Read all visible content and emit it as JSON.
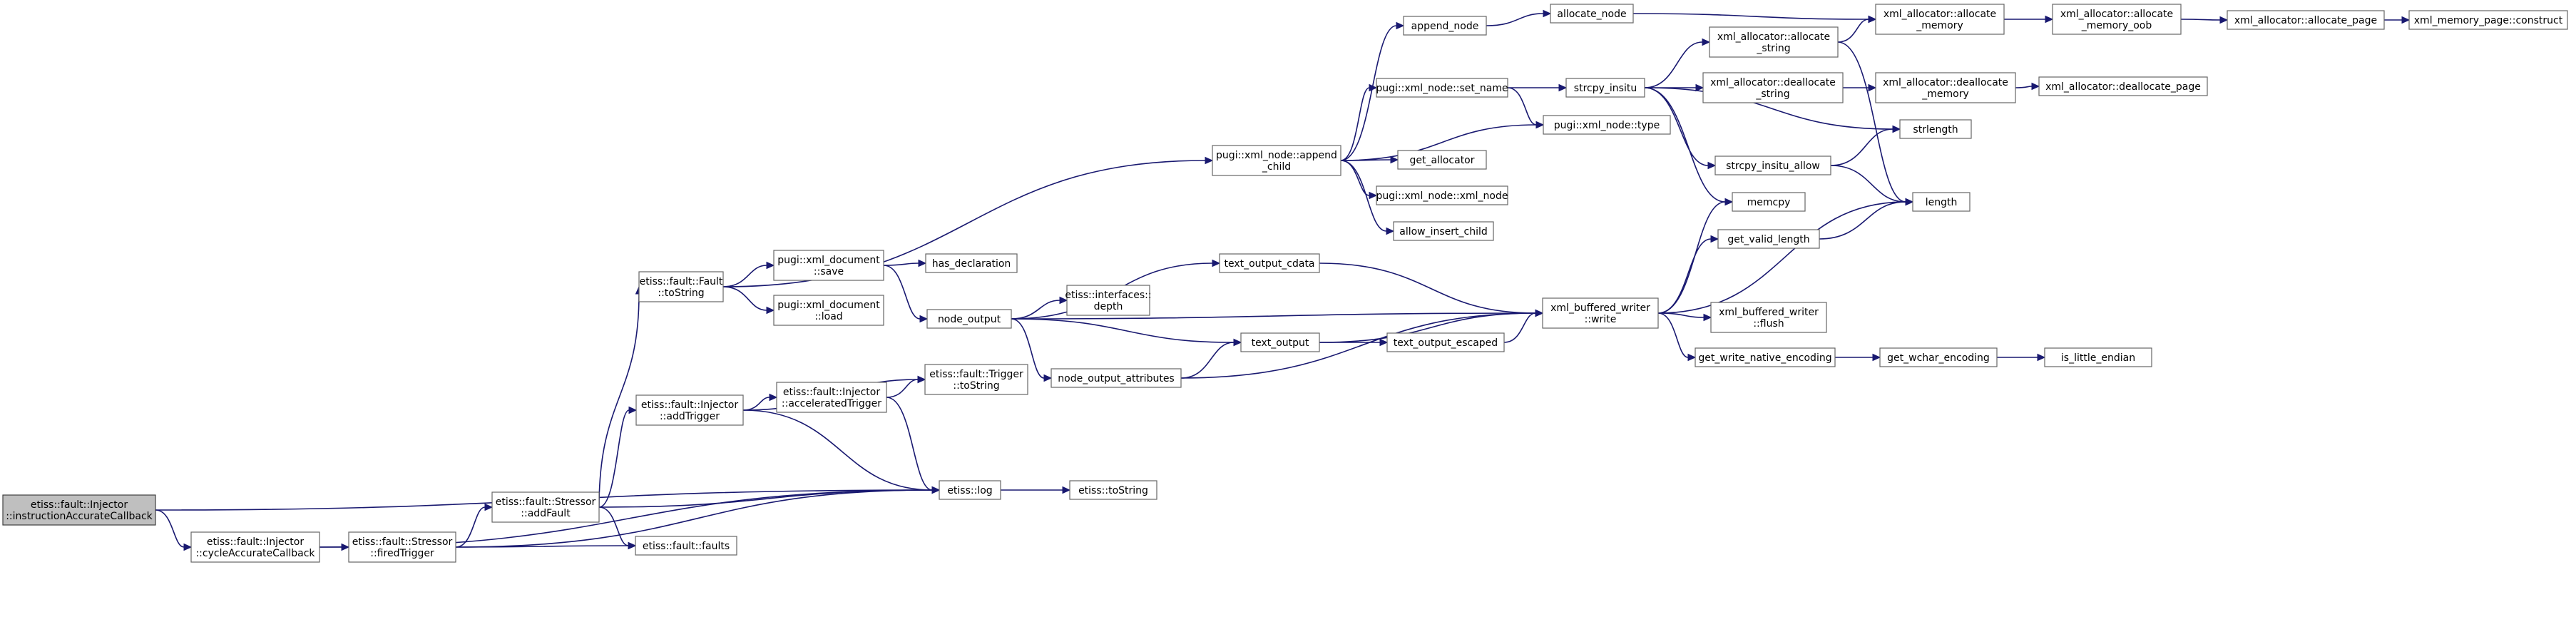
{
  "colors": {
    "edge": "#191970",
    "node_border": "#666666",
    "root_fill": "#bfbfbf",
    "background": "#ffffff"
  },
  "nodes": [
    {
      "id": "n_root",
      "label": [
        "etiss::fault::Injector",
        "::instructionAccurateCallback"
      ],
      "root": true
    },
    {
      "id": "n_cycle",
      "label": [
        "etiss::fault::Injector",
        "::cycleAccurateCallback"
      ]
    },
    {
      "id": "n_fired",
      "label": [
        "etiss::fault::Stressor",
        "::firedTrigger"
      ]
    },
    {
      "id": "n_addfault",
      "label": [
        "etiss::fault::Stressor",
        "::addFault"
      ]
    },
    {
      "id": "n_addtrig",
      "label": [
        "etiss::fault::Injector",
        "::addTrigger"
      ]
    },
    {
      "id": "n_faulttostr",
      "label": [
        "etiss::fault::Fault",
        "::toString"
      ]
    },
    {
      "id": "n_faults",
      "label": [
        "etiss::fault::faults"
      ]
    },
    {
      "id": "n_log",
      "label": [
        "etiss::log"
      ]
    },
    {
      "id": "n_tostring",
      "label": [
        "etiss::toString"
      ]
    },
    {
      "id": "n_accel",
      "label": [
        "etiss::fault::Injector",
        "::acceleratedTrigger"
      ]
    },
    {
      "id": "n_trigtostr",
      "label": [
        "etiss::fault::Trigger",
        "::toString"
      ]
    },
    {
      "id": "n_save",
      "label": [
        "pugi::xml_document",
        "::save"
      ]
    },
    {
      "id": "n_load",
      "label": [
        "pugi::xml_document",
        "::load"
      ]
    },
    {
      "id": "n_hasdecl",
      "label": [
        "has_declaration"
      ]
    },
    {
      "id": "n_nodeout",
      "label": [
        "node_output"
      ]
    },
    {
      "id": "n_cdata",
      "label": [
        "text_output_cdata"
      ]
    },
    {
      "id": "n_depth",
      "label": [
        "etiss::interfaces::",
        "depth"
      ]
    },
    {
      "id": "n_textout",
      "label": [
        "text_output"
      ]
    },
    {
      "id": "n_attrs",
      "label": [
        "node_output_attributes"
      ]
    },
    {
      "id": "n_escaped",
      "label": [
        "text_output_escaped"
      ]
    },
    {
      "id": "n_bwrite",
      "label": [
        "xml_buffered_writer",
        "::write"
      ]
    },
    {
      "id": "n_bflush",
      "label": [
        "xml_buffered_writer",
        "::flush"
      ]
    },
    {
      "id": "n_getnative",
      "label": [
        "get_write_native_encoding"
      ]
    },
    {
      "id": "n_getwchar",
      "label": [
        "get_wchar_encoding"
      ]
    },
    {
      "id": "n_little",
      "label": [
        "is_little_endian"
      ]
    },
    {
      "id": "n_validlen",
      "label": [
        "get_valid_length"
      ]
    },
    {
      "id": "n_memcpy",
      "label": [
        "memcpy"
      ]
    },
    {
      "id": "n_length",
      "label": [
        "length"
      ]
    },
    {
      "id": "n_strlength",
      "label": [
        "strlength"
      ]
    },
    {
      "id": "n_insitu_allow",
      "label": [
        "strcpy_insitu_allow"
      ]
    },
    {
      "id": "n_appendchild",
      "label": [
        "pugi::xml_node::append",
        "_child"
      ]
    },
    {
      "id": "n_appendnode",
      "label": [
        "append_node"
      ]
    },
    {
      "id": "n_allocnode",
      "label": [
        "allocate_node"
      ]
    },
    {
      "id": "n_setname",
      "label": [
        "pugi::xml_node::set_name"
      ]
    },
    {
      "id": "n_getalloc",
      "label": [
        "get_allocator"
      ]
    },
    {
      "id": "n_xmlnode",
      "label": [
        "pugi::xml_node::xml_node"
      ]
    },
    {
      "id": "n_allowins",
      "label": [
        "allow_insert_child"
      ]
    },
    {
      "id": "n_type",
      "label": [
        "pugi::xml_node::type"
      ]
    },
    {
      "id": "n_insitu",
      "label": [
        "strcpy_insitu"
      ]
    },
    {
      "id": "n_allocstr",
      "label": [
        "xml_allocator::allocate",
        "_string"
      ]
    },
    {
      "id": "n_deallocstr",
      "label": [
        "xml_allocator::deallocate",
        "_string"
      ]
    },
    {
      "id": "n_allocmem",
      "label": [
        "xml_allocator::allocate",
        "_memory"
      ]
    },
    {
      "id": "n_deallocmem",
      "label": [
        "xml_allocator::deallocate",
        "_memory"
      ]
    },
    {
      "id": "n_allocoob",
      "label": [
        "xml_allocator::allocate",
        "_memory_oob"
      ]
    },
    {
      "id": "n_allocpage",
      "label": [
        "xml_allocator::allocate_page"
      ]
    },
    {
      "id": "n_deallocpage",
      "label": [
        "xml_allocator::deallocate_page"
      ]
    },
    {
      "id": "n_construct",
      "label": [
        "xml_memory_page::construct"
      ]
    }
  ],
  "edges": [
    [
      "n_root",
      "n_cycle"
    ],
    [
      "n_root",
      "n_log"
    ],
    [
      "n_cycle",
      "n_fired"
    ],
    [
      "n_cycle",
      "n_log"
    ],
    [
      "n_fired",
      "n_addfault"
    ],
    [
      "n_fired",
      "n_faults"
    ],
    [
      "n_fired",
      "n_log"
    ],
    [
      "n_addfault",
      "n_addtrig"
    ],
    [
      "n_addfault",
      "n_faulttostr"
    ],
    [
      "n_addfault",
      "n_faults"
    ],
    [
      "n_addfault",
      "n_log"
    ],
    [
      "n_addtrig",
      "n_accel"
    ],
    [
      "n_addtrig",
      "n_trigtostr"
    ],
    [
      "n_addtrig",
      "n_log"
    ],
    [
      "n_accel",
      "n_trigtostr"
    ],
    [
      "n_accel",
      "n_log"
    ],
    [
      "n_log",
      "n_tostring"
    ],
    [
      "n_faulttostr",
      "n_appendchild"
    ],
    [
      "n_faulttostr",
      "n_save"
    ],
    [
      "n_faulttostr",
      "n_load"
    ],
    [
      "n_save",
      "n_hasdecl"
    ],
    [
      "n_save",
      "n_nodeout"
    ],
    [
      "n_nodeout",
      "n_cdata"
    ],
    [
      "n_nodeout",
      "n_depth"
    ],
    [
      "n_nodeout",
      "n_textout"
    ],
    [
      "n_nodeout",
      "n_attrs"
    ],
    [
      "n_nodeout",
      "n_bwrite"
    ],
    [
      "n_cdata",
      "n_bwrite"
    ],
    [
      "n_textout",
      "n_escaped"
    ],
    [
      "n_textout",
      "n_bwrite"
    ],
    [
      "n_attrs",
      "n_textout"
    ],
    [
      "n_attrs",
      "n_bwrite"
    ],
    [
      "n_escaped",
      "n_bwrite"
    ],
    [
      "n_bwrite",
      "n_memcpy"
    ],
    [
      "n_bwrite",
      "n_validlen"
    ],
    [
      "n_bwrite",
      "n_length"
    ],
    [
      "n_bwrite",
      "n_bflush"
    ],
    [
      "n_bwrite",
      "n_getnative"
    ],
    [
      "n_validlen",
      "n_length"
    ],
    [
      "n_getnative",
      "n_getwchar"
    ],
    [
      "n_getwchar",
      "n_little"
    ],
    [
      "n_appendchild",
      "n_appendnode"
    ],
    [
      "n_appendchild",
      "n_setname"
    ],
    [
      "n_appendchild",
      "n_type"
    ],
    [
      "n_appendchild",
      "n_getalloc"
    ],
    [
      "n_appendchild",
      "n_xmlnode"
    ],
    [
      "n_appendchild",
      "n_allowins"
    ],
    [
      "n_appendnode",
      "n_allocnode"
    ],
    [
      "n_allocnode",
      "n_allocmem"
    ],
    [
      "n_setname",
      "n_insitu"
    ],
    [
      "n_setname",
      "n_type"
    ],
    [
      "n_insitu",
      "n_allocstr"
    ],
    [
      "n_insitu",
      "n_deallocstr"
    ],
    [
      "n_insitu",
      "n_strlength"
    ],
    [
      "n_insitu",
      "n_insitu_allow"
    ],
    [
      "n_insitu",
      "n_memcpy"
    ],
    [
      "n_insitu_allow",
      "n_strlength"
    ],
    [
      "n_insitu_allow",
      "n_length"
    ],
    [
      "n_allocstr",
      "n_allocmem"
    ],
    [
      "n_allocstr",
      "n_length"
    ],
    [
      "n_deallocstr",
      "n_deallocmem"
    ],
    [
      "n_deallocmem",
      "n_deallocpage"
    ],
    [
      "n_allocmem",
      "n_allocoob"
    ],
    [
      "n_allocoob",
      "n_allocpage"
    ],
    [
      "n_allocpage",
      "n_construct"
    ]
  ]
}
